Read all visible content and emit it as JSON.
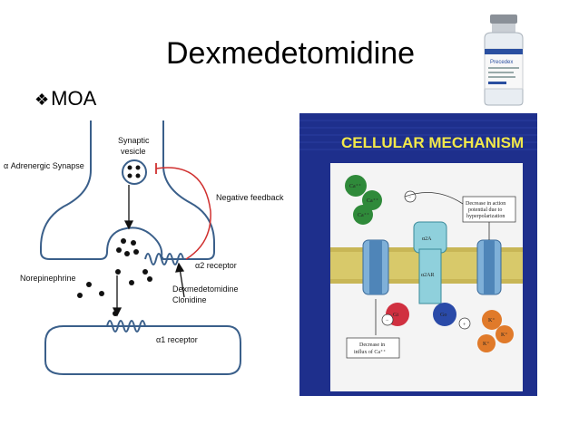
{
  "slide": {
    "title": "Dexmedetomidine",
    "bullet": "MOA",
    "bullet_icon": "diamond-bullet-icon"
  },
  "synapse_diagram": {
    "labels": {
      "synapse": "α Adrenergic  Synapse",
      "vesicle_line1": "Synaptic",
      "vesicle_line2": "vesicle",
      "feedback": "Negative feedback",
      "a2": "α2 receptor",
      "norepinephrine": "Norepinephrine",
      "drug1": "Dexmedetomidine",
      "drug2": "Clonidine",
      "a1": "α1 receptor"
    },
    "colors": {
      "outline": "#3a5f8a",
      "feedback": "#d0302f"
    }
  },
  "cellular_panel": {
    "title": "CELLULAR MECHANISM",
    "ca": "Ca⁺⁺",
    "k": "K⁺",
    "a2a": "α2A",
    "a2ar": "α2AR",
    "gi": "Gi",
    "go": "Go",
    "minus": "−",
    "plus": "+",
    "box_left_line1": "Decrease in",
    "box_left_line2": "influx of Ca⁺⁺",
    "box_right_line1": "Decrease in action",
    "box_right_line2": "potential due to",
    "box_right_line3": "hyperpolarization",
    "colors": {
      "background": "#1e2f8c",
      "title": "#f2e84a",
      "membrane": "#d8c96a"
    }
  },
  "vial": {
    "label_title": "Precedex",
    "icon": "medication-vial-icon"
  }
}
